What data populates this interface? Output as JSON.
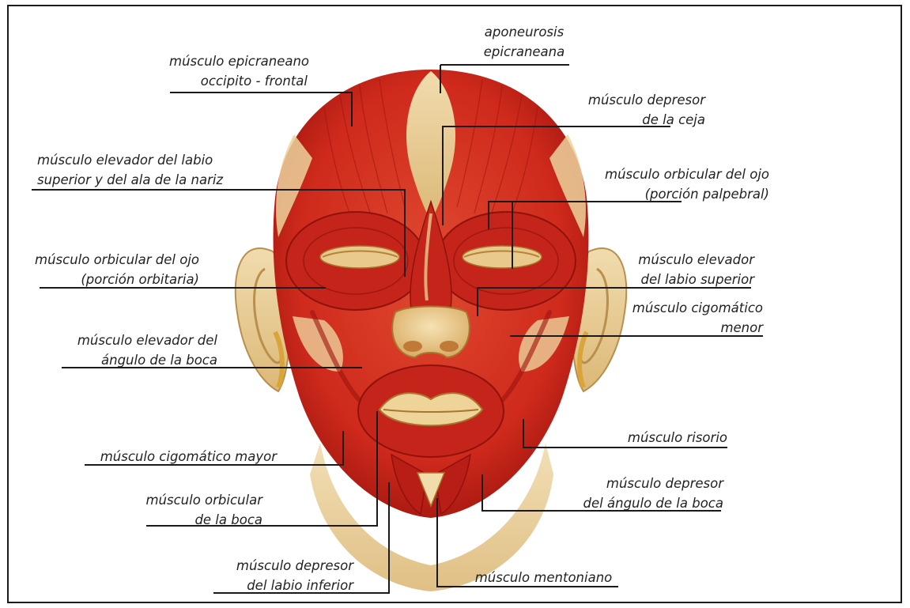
{
  "figure": {
    "labels": {
      "occipitofrontalis": [
        "músculo epicraneano",
        "occipito - frontal"
      ],
      "galea": [
        "aponeurosis",
        "epicraneana"
      ],
      "depressor_supercilii": [
        "músculo depresor",
        "de la ceja"
      ],
      "levator_labii_alaeque": [
        "músculo elevador del labio",
        "superior y del ala de la nariz"
      ],
      "orbicularis_oculi_palpebral": [
        "músculo orbicular del ojo",
        "(porción palpebral)"
      ],
      "orbicularis_oculi_orbital": [
        "músculo orbicular del ojo",
        "(porción orbitaria)"
      ],
      "levator_labii": [
        "músculo elevador",
        "del labio superior"
      ],
      "zygomaticus_minor": [
        "músculo cigomático",
        "menor"
      ],
      "levator_anguli_oris": [
        "músculo elevador del",
        "ángulo de la boca"
      ],
      "risorius": [
        "músculo risorio"
      ],
      "zygomaticus_major": [
        "músculo cigomático mayor"
      ],
      "orbicularis_oris": [
        "músculo orbicular",
        "de la boca"
      ],
      "depressor_anguli_oris": [
        "músculo depresor",
        "del ángulo de la boca"
      ],
      "depressor_labii": [
        "músculo depresor",
        "del labio inferior"
      ],
      "mentalis": [
        "músculo mentoniano"
      ]
    },
    "colors": {
      "muscle": "#cf2a1c",
      "muscle_dark": "#a3160f",
      "muscle_light": "#e8533a",
      "tendon": "#ecd29c",
      "skin": "#f0d6a8",
      "frame": "#1b1b1b",
      "leader": "#1a1a1a"
    }
  }
}
